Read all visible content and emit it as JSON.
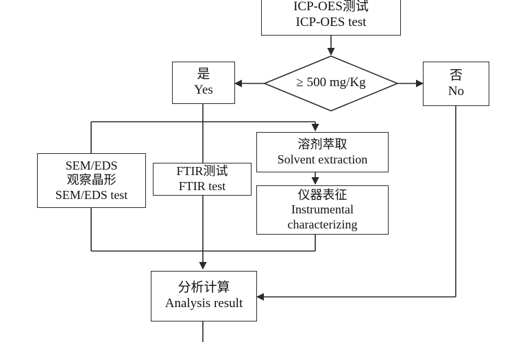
{
  "nodes": {
    "icp": {
      "line1": "ICP-OES测试",
      "line2": "ICP-OES test"
    },
    "decision": {
      "label": "≥ 500 mg/Kg"
    },
    "yes": {
      "line1": "是",
      "line2": "Yes"
    },
    "no": {
      "line1": "否",
      "line2": "No"
    },
    "semeds": {
      "line1": "SEM/EDS",
      "line2": "观察晶形",
      "line3": "SEM/EDS test"
    },
    "ftir": {
      "line1": "FTIR测试",
      "line2": "FTIR test"
    },
    "solvent": {
      "line1": "溶剂萃取",
      "line2": "Solvent extraction"
    },
    "instrument": {
      "line1": "仪器表征",
      "line2": "Instrumental",
      "line3": "characterizing"
    },
    "analysis": {
      "line1": "分析计算",
      "line2": "Analysis result"
    }
  },
  "colors": {
    "stroke": "#2a2a2a",
    "background": "#ffffff",
    "text": "#111111"
  }
}
